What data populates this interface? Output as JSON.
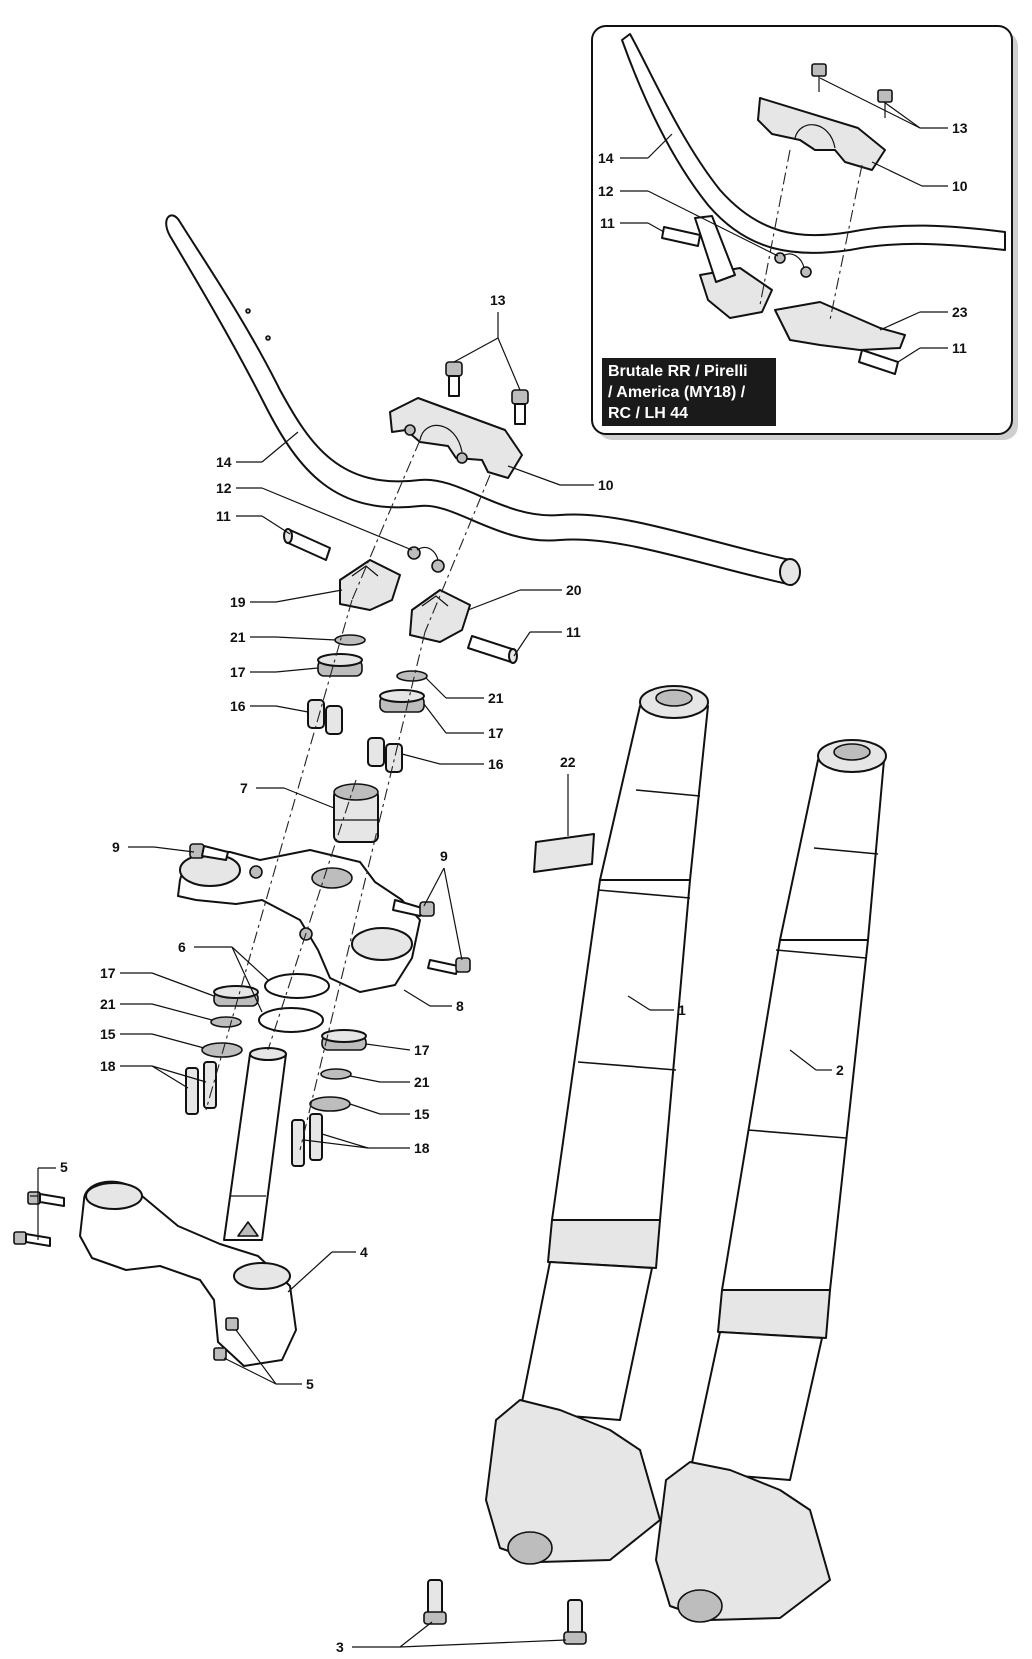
{
  "inset": {
    "variant_lines": [
      "Brutale RR / Pirelli",
      "/ America (MY18) /",
      "RC / LH 44"
    ]
  },
  "callouts": {
    "main": [
      "1",
      "2",
      "3",
      "4",
      "5",
      "5",
      "6",
      "7",
      "8",
      "9",
      "9",
      "10",
      "11",
      "11",
      "12",
      "13",
      "14",
      "15",
      "15",
      "16",
      "16",
      "17",
      "17",
      "17",
      "17",
      "18",
      "18",
      "19",
      "20",
      "21",
      "21",
      "21",
      "21",
      "22"
    ],
    "inset": [
      "13",
      "10",
      "14",
      "12",
      "11",
      "23",
      "11"
    ]
  }
}
